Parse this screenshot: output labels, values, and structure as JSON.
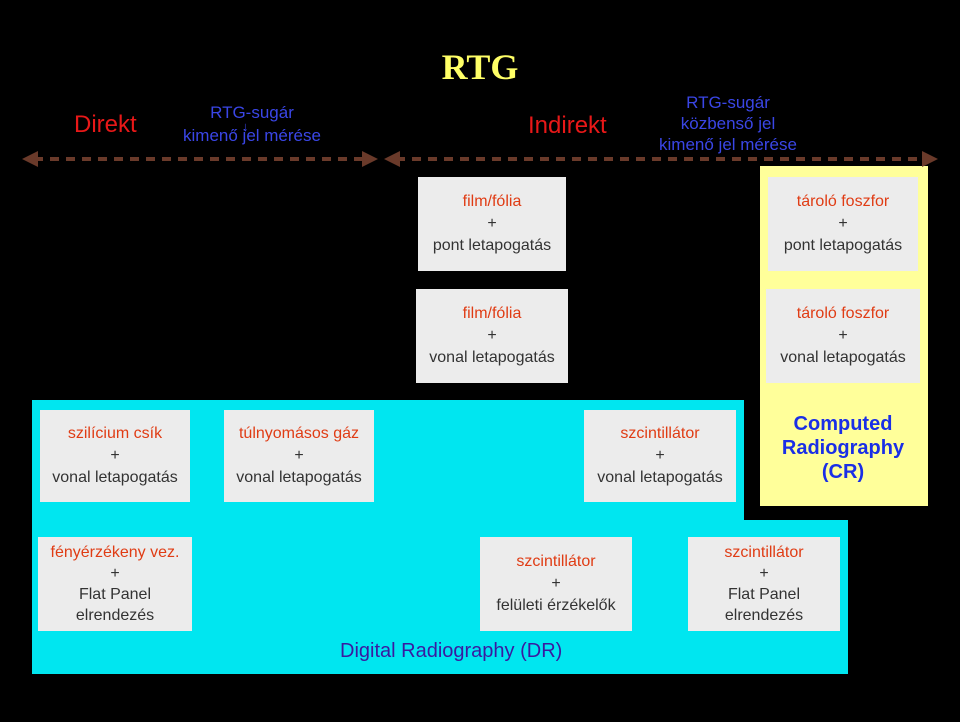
{
  "title": "RTG",
  "direct": {
    "label": "Direkt",
    "note_line1": "RTG-sugár",
    "note_arrow": "↓",
    "note_line2": "kimenő jel mérése"
  },
  "indirect": {
    "label": "Indirekt",
    "note_line1": "RTG-sugár",
    "note_line2": "közbenső jel",
    "note_line3": "kimenő jel mérése"
  },
  "boxes": {
    "film_pont": {
      "l1": "film/fólia",
      "l2": "+",
      "l3": "pont letapogatás"
    },
    "film_vonal": {
      "l1": "film/fólia",
      "l2": "+",
      "l3": "vonal letapogatás"
    },
    "tarolo_pont": {
      "l1": "tároló foszfor",
      "l2": "+",
      "l3": "pont letapogatás"
    },
    "tarolo_vonal": {
      "l1": "tároló foszfor",
      "l2": "+",
      "l3": "vonal letapogatás"
    },
    "szilicium": {
      "l1": "szilícium csík",
      "l2": "+",
      "l3": "vonal letapogatás"
    },
    "gaz": {
      "l1": "túlnyomásos gáz",
      "l2": "+",
      "l3": "vonal letapogatás"
    },
    "szcint_vonal": {
      "l1": "szcintillátor",
      "l2": "+",
      "l3": "vonal letapogatás"
    },
    "feny_flat": {
      "l1": "fényérzékeny vez.",
      "l2": "+",
      "l3": "Flat Panel",
      "l4": "elrendezés"
    },
    "szcint_felulet": {
      "l1": "szcintillátor",
      "l2": "+",
      "l3": "felületi érzékelők"
    },
    "szcint_flat": {
      "l1": "szcintillátor",
      "l2": "+",
      "l3": "Flat Panel",
      "l4": "elrendezés"
    }
  },
  "cr": {
    "l1": "Computed",
    "l2": "Radiography",
    "l3": "(CR)"
  },
  "dr_label": "Digital Radiography (DR)",
  "colors": {
    "background": "#000000",
    "cyan": "#00e6f0",
    "yellow": "#ffff9a",
    "title": "#ffff66"
  }
}
